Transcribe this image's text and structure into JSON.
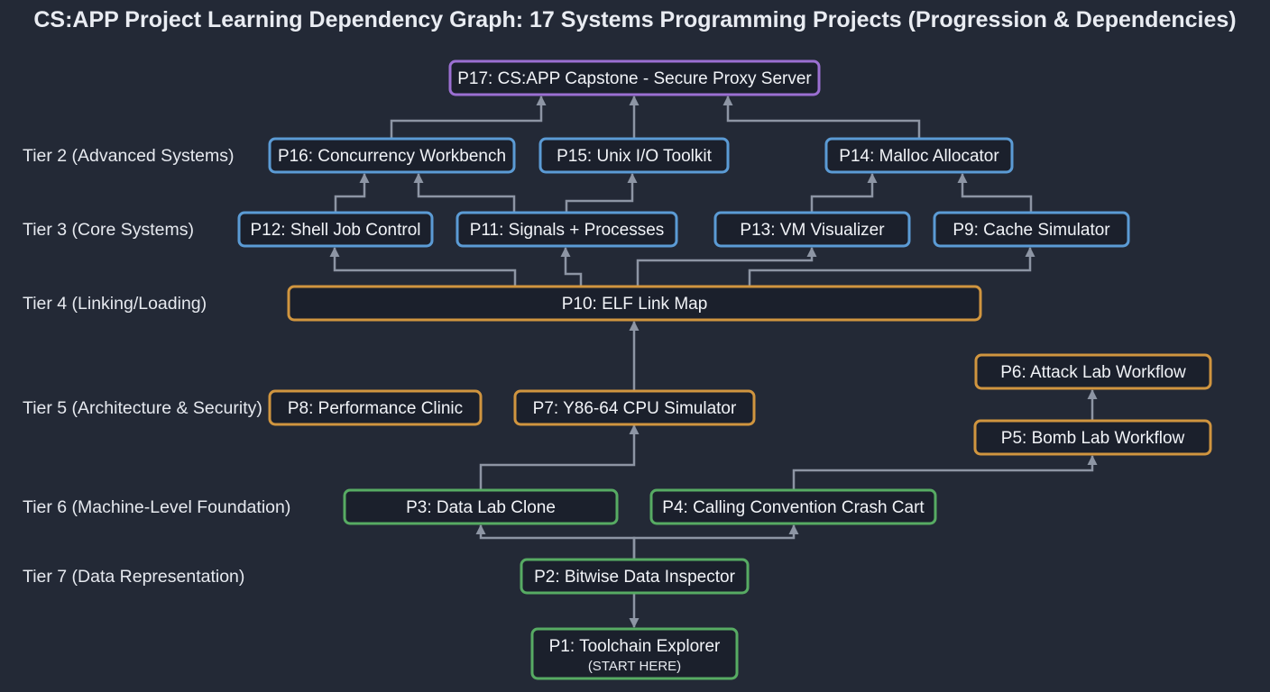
{
  "title": "CS:APP Project Learning Dependency Graph: 17 Systems Programming Projects (Progression & Dependencies)",
  "colors": {
    "background": "#232936",
    "node_fill": "#1b202c",
    "edge": "#8d95a4",
    "text": "#f1f3f7",
    "capstone": "#9b6fd2",
    "systems_blue": "#5b9bd5",
    "arch_orange": "#d0953f",
    "foundation_green": "#57ab63"
  },
  "tiers": [
    {
      "label": "Tier 2 (Advanced Systems)"
    },
    {
      "label": "Tier 3 (Core Systems)"
    },
    {
      "label": "Tier 4 (Linking/Loading)"
    },
    {
      "label": "Tier 5 (Architecture & Security)"
    },
    {
      "label": "Tier 6 (Machine-Level Foundation)"
    },
    {
      "label": "Tier 7 (Data Representation)"
    }
  ],
  "nodes": [
    {
      "id": "P17",
      "label": "P17: CS:APP Capstone - Secure Proxy Server",
      "category": "capstone"
    },
    {
      "id": "P16",
      "label": "P16: Concurrency Workbench",
      "category": "systems_blue"
    },
    {
      "id": "P15",
      "label": "P15: Unix I/O Toolkit",
      "category": "systems_blue"
    },
    {
      "id": "P14",
      "label": "P14: Malloc Allocator",
      "category": "systems_blue"
    },
    {
      "id": "P12",
      "label": "P12: Shell Job Control",
      "category": "systems_blue"
    },
    {
      "id": "P11",
      "label": "P11: Signals + Processes",
      "category": "systems_blue"
    },
    {
      "id": "P13",
      "label": "P13: VM Visualizer",
      "category": "systems_blue"
    },
    {
      "id": "P9",
      "label": "P9: Cache Simulator",
      "category": "systems_blue"
    },
    {
      "id": "P10",
      "label": "P10: ELF Link Map",
      "category": "arch_orange"
    },
    {
      "id": "P6",
      "label": "P6: Attack Lab Workflow",
      "category": "arch_orange"
    },
    {
      "id": "P8",
      "label": "P8: Performance Clinic",
      "category": "arch_orange"
    },
    {
      "id": "P7",
      "label": "P7: Y86-64 CPU Simulator",
      "category": "arch_orange"
    },
    {
      "id": "P5",
      "label": "P5: Bomb Lab Workflow",
      "category": "arch_orange"
    },
    {
      "id": "P3",
      "label": "P3: Data Lab Clone",
      "category": "foundation_green"
    },
    {
      "id": "P4",
      "label": "P4: Calling Convention Crash Cart",
      "category": "foundation_green"
    },
    {
      "id": "P2",
      "label": "P2: Bitwise Data Inspector",
      "category": "foundation_green"
    },
    {
      "id": "P1",
      "label": "P1: Toolchain Explorer",
      "sublabel": "(START HERE)",
      "category": "foundation_green"
    }
  ],
  "edges": [
    {
      "from": "P16",
      "to": "P17"
    },
    {
      "from": "P15",
      "to": "P17"
    },
    {
      "from": "P14",
      "to": "P17"
    },
    {
      "from": "P12",
      "to": "P16"
    },
    {
      "from": "P11",
      "to": "P16"
    },
    {
      "from": "P11",
      "to": "P15"
    },
    {
      "from": "P13",
      "to": "P14"
    },
    {
      "from": "P9",
      "to": "P14"
    },
    {
      "from": "P10",
      "to": "P12"
    },
    {
      "from": "P10",
      "to": "P11"
    },
    {
      "from": "P10",
      "to": "P13"
    },
    {
      "from": "P10",
      "to": "P9"
    },
    {
      "from": "P7",
      "to": "P10"
    },
    {
      "from": "P3",
      "to": "P7"
    },
    {
      "from": "P4",
      "to": "P5"
    },
    {
      "from": "P5",
      "to": "P6"
    },
    {
      "from": "P2",
      "to": "P3"
    },
    {
      "from": "P2",
      "to": "P4"
    },
    {
      "from": "P2",
      "to": "P1"
    }
  ]
}
